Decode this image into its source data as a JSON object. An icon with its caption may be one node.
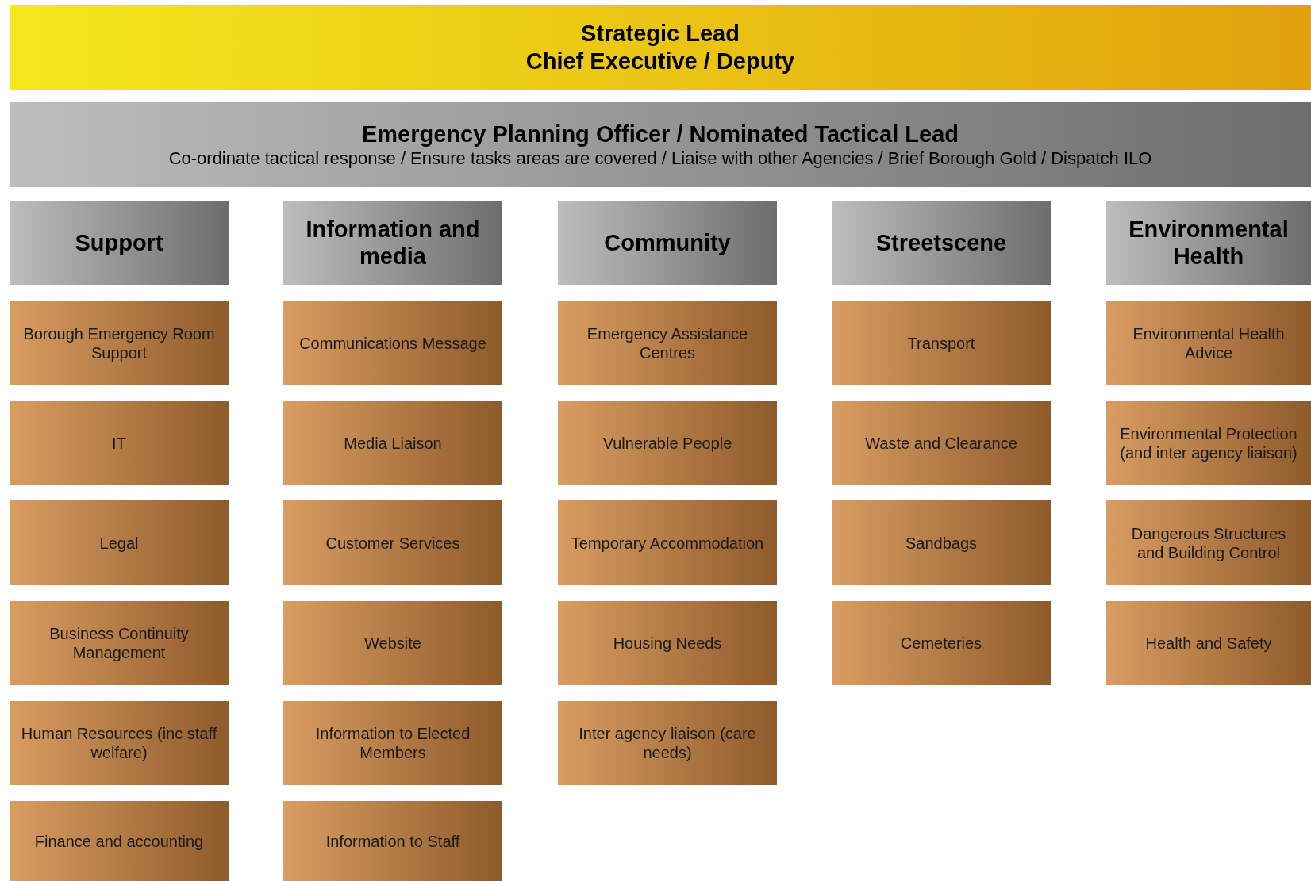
{
  "diagram": {
    "nodes": [
      {
        "text": [
          "Strategic Lead",
          "Chief Executive / Deputy"
        ]
      },
      {
        "text": [
          "Emergency Planning Officer / Nominated Tactical Lead",
          "Co-ordinate tactical response / Ensure tasks areas are covered / Liaise with other Agencies / Brief Borough Gold / Dispatch ILO"
        ]
      },
      {
        "text": [
          "Support"
        ]
      },
      {
        "text": [
          "Borough Emergency Room Support"
        ]
      },
      {
        "text": [
          "IT"
        ]
      },
      {
        "text": [
          "Legal"
        ]
      },
      {
        "text": [
          "Business Continuity Management"
        ]
      },
      {
        "text": [
          "Human Resources (inc staff welfare)"
        ]
      },
      {
        "text": [
          "Finance and accounting"
        ]
      },
      {
        "text": [
          "Information and media"
        ]
      },
      {
        "text": [
          "Communications Message"
        ]
      },
      {
        "text": [
          "Media Liaison"
        ]
      },
      {
        "text": [
          "Customer Services"
        ]
      },
      {
        "text": [
          "Website"
        ]
      },
      {
        "text": [
          "Information to Elected Members"
        ]
      },
      {
        "text": [
          "Information to Staff"
        ]
      },
      {
        "text": [
          "Community"
        ]
      },
      {
        "text": [
          "Emergency Assistance Centres"
        ]
      },
      {
        "text": [
          "Vulnerable People"
        ]
      },
      {
        "text": [
          "Temporary Accommodation"
        ]
      },
      {
        "text": [
          "Housing Needs"
        ]
      },
      {
        "text": [
          "Inter agency liaison (care needs)"
        ]
      },
      {
        "text": [
          "Streetscene"
        ]
      },
      {
        "text": [
          "Transport"
        ]
      },
      {
        "text": [
          "Waste and Clearance"
        ]
      },
      {
        "text": [
          "Sandbags"
        ]
      },
      {
        "text": [
          "Cemeteries"
        ]
      },
      {
        "text": [
          "Environmental Health"
        ]
      },
      {
        "text": [
          "Environmental Health Advice"
        ]
      },
      {
        "text": [
          "Environmental Protection (and inter agency liaison)"
        ]
      },
      {
        "text": [
          "Dangerous Structures and Building Control"
        ]
      },
      {
        "text": [
          "Health and Safety"
        ]
      }
    ]
  }
}
